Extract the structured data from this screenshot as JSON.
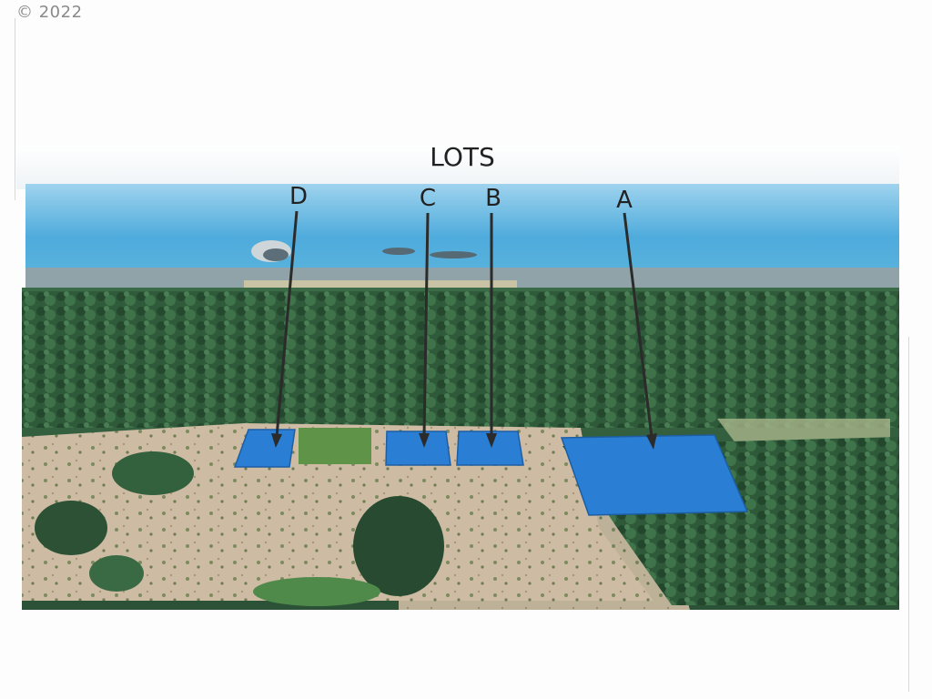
{
  "copyright": "© 2022",
  "title": "LOTS",
  "lots": [
    {
      "id": "D",
      "label": "D"
    },
    {
      "id": "C",
      "label": "C"
    },
    {
      "id": "B",
      "label": "B"
    },
    {
      "id": "A",
      "label": "A"
    }
  ],
  "colors": {
    "lot_fill": "#2a7fd4",
    "lot_stroke": "#1d5ea3",
    "arrow": "#2b2b2b",
    "ocean": "#5fb3dd",
    "sky": "#f6f8fa",
    "forest": "#2f5a3d",
    "field": "#c9b8a0"
  }
}
